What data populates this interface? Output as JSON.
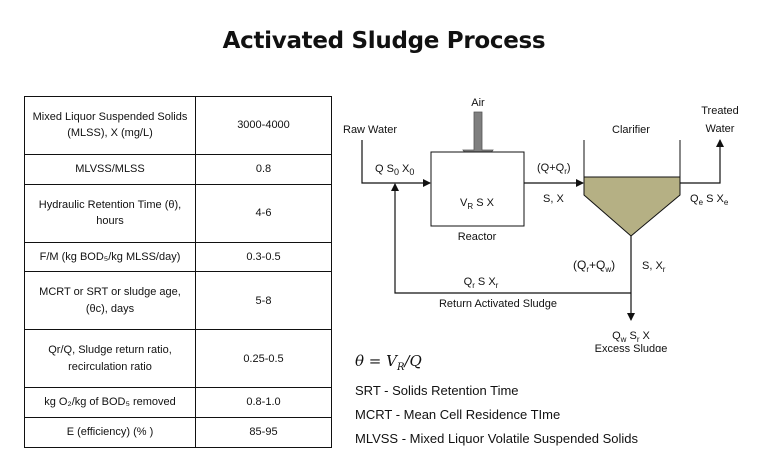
{
  "title": "Activated Sludge Process",
  "table": {
    "rows": [
      {
        "param": "Mixed Liquor Suspended Solids (MLSS), X (mg/L)",
        "value": "3000-4000"
      },
      {
        "param": "MLVSS/MLSS",
        "value": "0.8"
      },
      {
        "param": "Hydraulic Retention Time (θ), hours",
        "value": "4-6"
      },
      {
        "param": "F/M (kg BOD₅/kg MLSS/day)",
        "value": "0.3-0.5"
      },
      {
        "param": "MCRT or SRT or sludge age, (θc), days",
        "value": "5-8"
      },
      {
        "param": "Qr/Q, Sludge return ratio, recirculation ratio",
        "value": "0.25-0.5"
      },
      {
        "param": "kg O₂/kg of BOD₅ removed",
        "value": "0.8-1.0"
      },
      {
        "param": "E (efficiency) (% )",
        "value": "85-95"
      }
    ]
  },
  "diagram": {
    "air": "Air",
    "raw_water": "Raw Water",
    "influent": "Q S₀ X₀",
    "reactor_content": "V_R S X",
    "reactor": "Reactor",
    "mix_flow": "(Q+Qr)",
    "mix_conc": "S, X",
    "clarifier": "Clarifier",
    "treated_1": "Treated",
    "treated_2": "Water",
    "effluent": "Qe S Xe",
    "underflow": "(Qr+Qw)",
    "underflow_conc": "S, Xr",
    "return_flow": "Qr S Xr",
    "return_label": "Return Activated Sludge",
    "waste_flow": "Qw Sr X",
    "waste_label": "Excess Sludge"
  },
  "notes": {
    "formula": "θ = V_R/Q",
    "items": [
      "SRT - Solids Retention Time",
      "MCRT - Mean Cell Residence TIme",
      "MLVSS - Mixed Liquor Volatile Suspended Solids"
    ]
  },
  "colors": {
    "sludge": "#b5b084",
    "arrow": "#7f7f7f",
    "line": "#111111"
  }
}
